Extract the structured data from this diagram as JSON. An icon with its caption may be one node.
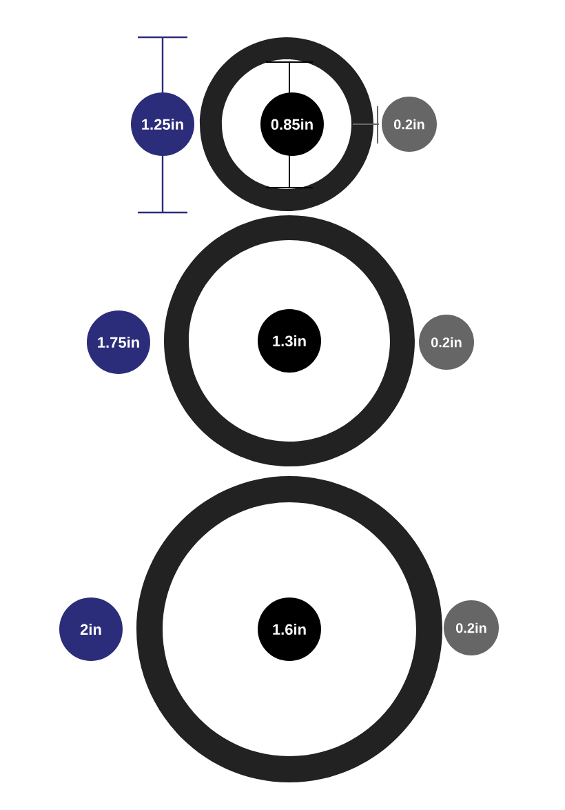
{
  "diagram": {
    "nodes": [
      {
        "text": [
          "1.25in"
        ]
      },
      {
        "text": [
          "0.85in"
        ]
      },
      {
        "text": [
          "0.2in"
        ]
      },
      {
        "text": [
          "1.75in"
        ]
      },
      {
        "text": [
          "1.3in"
        ]
      },
      {
        "text": [
          "0.2in"
        ]
      },
      {
        "text": [
          "2in"
        ]
      },
      {
        "text": [
          "1.6in"
        ]
      },
      {
        "text": [
          "0.2in"
        ]
      }
    ]
  }
}
